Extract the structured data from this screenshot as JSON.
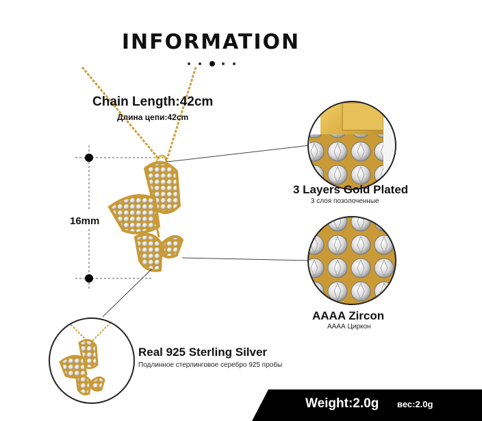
{
  "title": "INFORMATION",
  "chain": {
    "length": "Chain Length:42cm",
    "length_ru": "Длина цепи:42cm"
  },
  "dimension_label": "16mm",
  "features": {
    "plating": {
      "title": "3 Layers  Gold  Plated",
      "subtitle": "3 слоя позолоченные"
    },
    "stone": {
      "title": "AAAA  Zircon",
      "subtitle": "АААА Циркон"
    },
    "metal": {
      "title": "Real 925  Sterling  Silver",
      "subtitle": "Подлинное стерлинговое серебро 925 пробы"
    }
  },
  "weight": {
    "label": "Weight:2.0g",
    "label_ru": "вес:2.0g"
  },
  "colors": {
    "gold": "#d9b040",
    "gold_dark": "#b8892a",
    "background": "#ffffff",
    "bar": "#000000"
  }
}
